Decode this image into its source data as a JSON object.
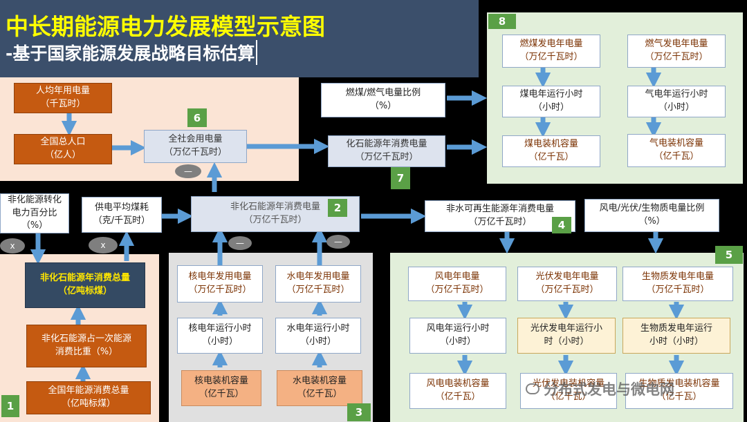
{
  "header": {
    "title": "中长期能源电力发展模型示意图",
    "subtitle": "-基于国家能源发展战略目标估算"
  },
  "badges": {
    "b1": "1",
    "b2": "2",
    "b3": "3",
    "b4": "4",
    "b5": "5",
    "b6": "6",
    "b7": "7",
    "b8": "8"
  },
  "operators": {
    "minus": "—",
    "times": "x"
  },
  "nodes": {
    "per_capita": "人均年用电量\n（千瓦时）",
    "population": "全国总人口\n（亿人）",
    "society_power": "全社会用电量\n（万亿千瓦时）",
    "coal_gas_ratio": "燃煤/燃气电量比例\n（%）",
    "fossil_consumption": "化石能源年消费电量\n（万亿千瓦时）",
    "nonfossil_conv": "非化能源转化\n电力百分比\n（%）",
    "supply_coal": "供电平均煤耗\n（克/千瓦时）",
    "nonfossil_power": "非化石能源年消费电量\n（万亿千瓦时）",
    "nonfossil_total": "非化石能源年消费总量\n（亿吨标煤）",
    "nonfossil_share": "非化石能源占一次能源\n消费比重（%）",
    "national_total": "全国年能源消费总量\n（亿吨标煤）",
    "nuclear_use": "核电年发用电量\n（万亿千瓦时）",
    "nuclear_hours": "核电年运行小时\n（小时）",
    "nuclear_capacity": "核电装机容量\n（亿千瓦）",
    "hydro_use": "水电年发用电量\n（万亿千瓦时）",
    "hydro_hours": "水电年运行小时\n（小时）",
    "hydro_capacity": "水电装机容量\n（亿千瓦）",
    "nonhydro_power": "非水可再生能源年消费电量\n（万亿千瓦时）",
    "wind_solar_bio_ratio": "风电/光伏/生物质电量比例\n（%）",
    "coal_gen": "燃煤发电年电量\n（万亿千瓦时）",
    "coal_hours": "煤电年运行小时\n（小时）",
    "coal_capacity": "煤电装机容量\n（亿千瓦）",
    "gas_gen": "燃气发电年电量\n（万亿千瓦时）",
    "gas_hours": "气电年运行小时\n（小时）",
    "gas_capacity": "气电装机容量\n（亿千瓦）",
    "wind_gen": "风电年电量\n（万亿千瓦时）",
    "wind_hours": "风电年运行小时\n（小时）",
    "wind_capacity": "风电电装机容量\n（亿千瓦）",
    "pv_gen": "光伏发电年电量\n（万亿千瓦时）",
    "pv_hours": "光伏发电年运行小\n时（小时）",
    "pv_capacity": "光伏发电装机容量\n（亿千瓦）",
    "bio_gen": "生物质发电年电量\n（万亿千瓦时）",
    "bio_hours": "生物质发电年运行\n小时（小时）",
    "bio_capacity": "生物质发电装机容量\n（亿千瓦）"
  },
  "watermark": "分布式发电与微电网",
  "colors": {
    "background": "#000000",
    "title_bar": "#3b4f6b",
    "title_text": "#ffff00",
    "region_peach": "#fbe4d5",
    "region_gray": "#e0e0e0",
    "region_green": "#e2efda",
    "arrow": "#5b9bd5",
    "badge": "#5aa046"
  }
}
